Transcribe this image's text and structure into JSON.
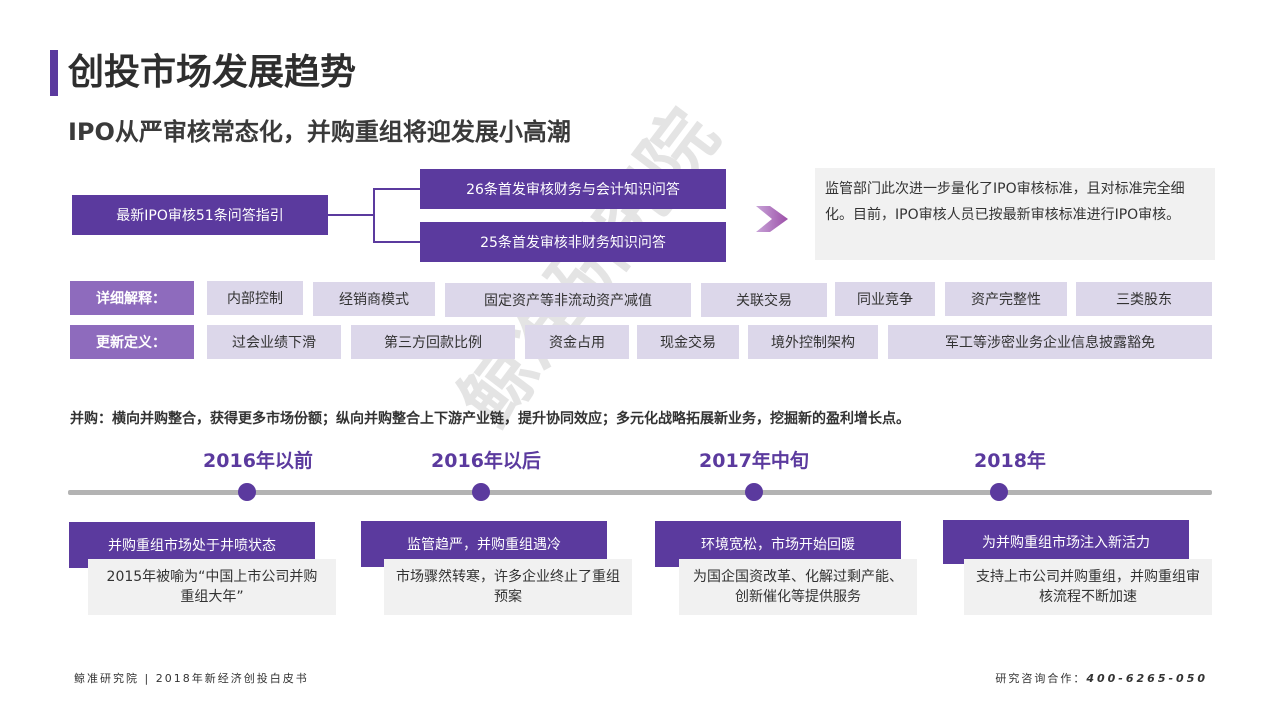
{
  "header": {
    "title": "创投市场发展趋势",
    "subtitle": "IPO从严审核常态化，并购重组将迎发展小高潮"
  },
  "ipo_guide": {
    "main": "最新IPO审核51条问答指引",
    "branches": [
      "26条首发审核财务与会计知识问答",
      "25条首发审核非财务知识问答"
    ],
    "note": "监管部门此次进一步量化了IPO审核标准，且对标准完全细化。目前，IPO审核人员已按最新审核标准进行IPO审核。"
  },
  "detail_row": {
    "label": "详细解释：",
    "tags": [
      "内部控制",
      "经销商模式",
      "固定资产等非流动资产减值",
      "关联交易",
      "同业竞争",
      "资产完整性",
      "三类股东"
    ]
  },
  "update_row": {
    "label": "更新定义：",
    "tags": [
      "过会业绩下滑",
      "第三方回款比例",
      "资金占用",
      "现金交易",
      "境外控制架构",
      "军工等涉密业务企业信息披露豁免"
    ]
  },
  "mna_summary": "并购：横向并购整合，获得更多市场份额；纵向并购整合上下游产业链，提升协同效应；多元化战略拓展新业务，挖掘新的盈利增长点。",
  "timeline": [
    {
      "year": "2016年以前",
      "head": "并购重组市场处于井喷状态",
      "body": "2015年被喻为“中国上市公司并购重组大年”"
    },
    {
      "year": "2016年以后",
      "head": "监管趋严，并购重组遇冷",
      "body": "市场骤然转寒，许多企业终止了重组预案"
    },
    {
      "year": "2017年中旬",
      "head": "环境宽松，市场开始回暖",
      "body": "为国企国资改革、化解过剩产能、创新催化等提供服务"
    },
    {
      "year": "2018年",
      "head": "为并购重组市场注入新活力",
      "body": "支持上市公司并购重组，并购重组审核流程不断加速"
    }
  ],
  "footer": {
    "left": "鲸准研究院 | 2018年新经济创投白皮书",
    "right_label": "研究咨询合作：",
    "right_phone": "400-6265-050"
  },
  "watermark": "鲸准研究院",
  "colors": {
    "primary": "#5b3a9e",
    "label": "#8e6bbd",
    "tag": "#dcd7ea",
    "note": "#f1f1f1"
  }
}
